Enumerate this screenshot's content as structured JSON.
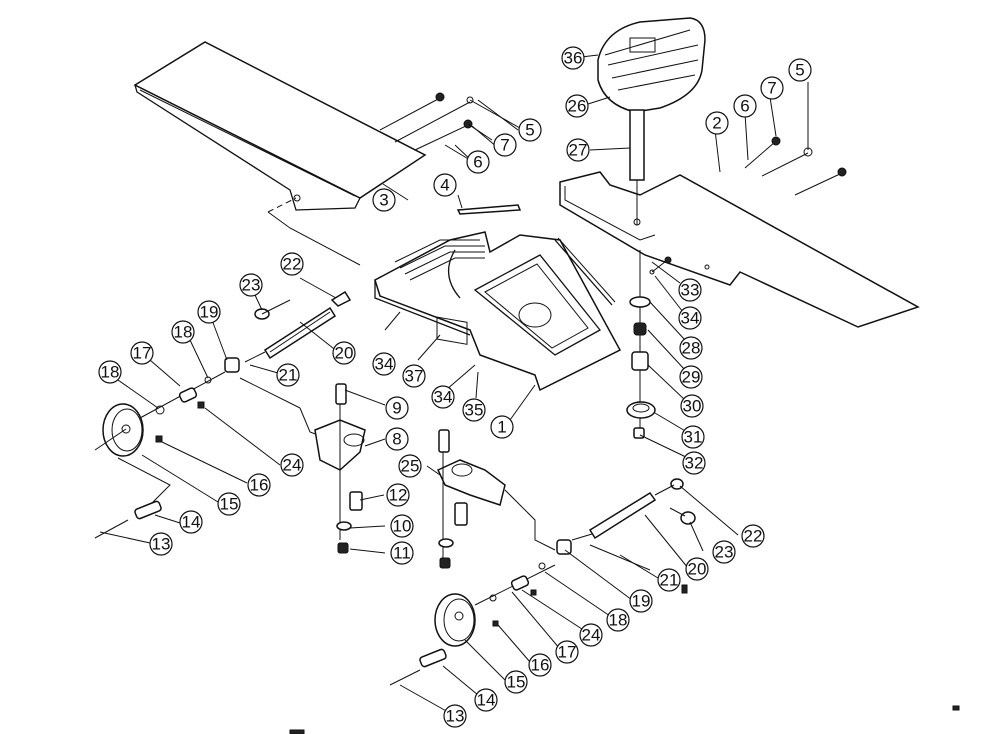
{
  "diagram": {
    "type": "exploded-parts-diagram",
    "subject": "jointer/planer assembly",
    "background": "#ffffff",
    "ink": "#111111",
    "callouts": [
      {
        "id": "c1",
        "label": "1"
      },
      {
        "id": "c2",
        "label": "2"
      },
      {
        "id": "c3",
        "label": "3"
      },
      {
        "id": "c4",
        "label": "4"
      },
      {
        "id": "c5a",
        "label": "5"
      },
      {
        "id": "c5b",
        "label": "5"
      },
      {
        "id": "c6a",
        "label": "6"
      },
      {
        "id": "c6b",
        "label": "6"
      },
      {
        "id": "c7a",
        "label": "7"
      },
      {
        "id": "c7b",
        "label": "7"
      },
      {
        "id": "c8",
        "label": "8"
      },
      {
        "id": "c9",
        "label": "9"
      },
      {
        "id": "c10",
        "label": "10"
      },
      {
        "id": "c11",
        "label": "11"
      },
      {
        "id": "c12",
        "label": "12"
      },
      {
        "id": "c13a",
        "label": "13"
      },
      {
        "id": "c13b",
        "label": "13"
      },
      {
        "id": "c14a",
        "label": "14"
      },
      {
        "id": "c14b",
        "label": "14"
      },
      {
        "id": "c15a",
        "label": "15"
      },
      {
        "id": "c15b",
        "label": "15"
      },
      {
        "id": "c16a",
        "label": "16"
      },
      {
        "id": "c16b",
        "label": "16"
      },
      {
        "id": "c17a",
        "label": "17"
      },
      {
        "id": "c17b",
        "label": "17"
      },
      {
        "id": "c18a",
        "label": "18"
      },
      {
        "id": "c18b",
        "label": "18"
      },
      {
        "id": "c18c",
        "label": "18"
      },
      {
        "id": "c19a",
        "label": "19"
      },
      {
        "id": "c19b",
        "label": "19"
      },
      {
        "id": "c20a",
        "label": "20"
      },
      {
        "id": "c20b",
        "label": "20"
      },
      {
        "id": "c21a",
        "label": "21"
      },
      {
        "id": "c21b",
        "label": "21"
      },
      {
        "id": "c22a",
        "label": "22"
      },
      {
        "id": "c22b",
        "label": "22"
      },
      {
        "id": "c23a",
        "label": "23"
      },
      {
        "id": "c23b",
        "label": "23"
      },
      {
        "id": "c24a",
        "label": "24"
      },
      {
        "id": "c24b",
        "label": "24"
      },
      {
        "id": "c25",
        "label": "25"
      },
      {
        "id": "c26",
        "label": "26"
      },
      {
        "id": "c27",
        "label": "27"
      },
      {
        "id": "c28",
        "label": "28"
      },
      {
        "id": "c29",
        "label": "29"
      },
      {
        "id": "c30",
        "label": "30"
      },
      {
        "id": "c31",
        "label": "31"
      },
      {
        "id": "c32",
        "label": "32"
      },
      {
        "id": "c33",
        "label": "33"
      },
      {
        "id": "c34a",
        "label": "34"
      },
      {
        "id": "c34b",
        "label": "34"
      },
      {
        "id": "c34c",
        "label": "34"
      },
      {
        "id": "c35",
        "label": "35"
      },
      {
        "id": "c36",
        "label": "36"
      },
      {
        "id": "c37",
        "label": "37"
      }
    ]
  }
}
